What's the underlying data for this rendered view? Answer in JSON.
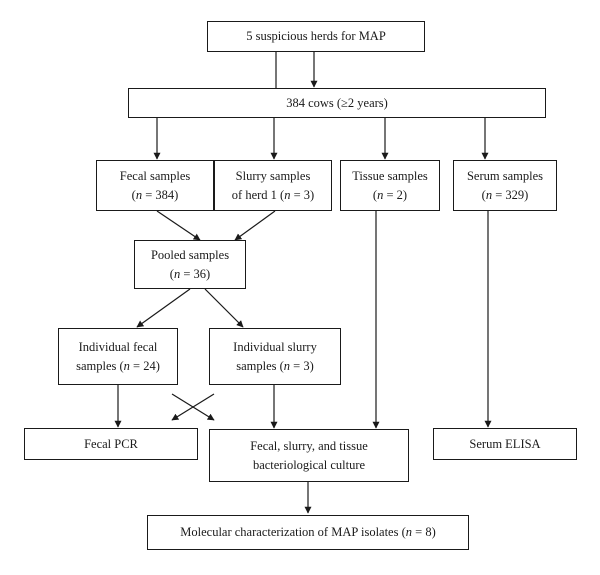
{
  "flowchart": {
    "herds": {
      "line1": "5 suspicious herds for MAP"
    },
    "cows": {
      "line1": "384 cows (≥2 years)"
    },
    "fecal_samples": {
      "line1": "Fecal samples",
      "line2_pre": "(",
      "line2_n": "n",
      "line2_post": " = 384)"
    },
    "slurry_samples": {
      "line1": "Slurry samples",
      "line2_pre": "of herd 1 (",
      "line2_n": "n",
      "line2_post": " = 3)"
    },
    "tissue_samples": {
      "line1": "Tissue samples",
      "line2_pre": "(",
      "line2_n": "n",
      "line2_post": " = 2)"
    },
    "serum_samples": {
      "line1": "Serum samples",
      "line2_pre": "(",
      "line2_n": "n",
      "line2_post": " = 329)"
    },
    "pooled_samples": {
      "line1": "Pooled samples",
      "line2_pre": "(",
      "line2_n": "n",
      "line2_post": " = 36)"
    },
    "individual_fecal": {
      "line1": "Individual fecal",
      "line2_pre": "samples (",
      "line2_n": "n",
      "line2_post": " = 24)"
    },
    "individual_slurry": {
      "line1": "Individual slurry",
      "line2_pre": "samples (",
      "line2_n": "n",
      "line2_post": " = 3)"
    },
    "fecal_pcr": {
      "line1": "Fecal PCR"
    },
    "culture": {
      "line1": "Fecal, slurry, and tissue",
      "line2": "bacteriological culture"
    },
    "serum_elisa": {
      "line1": "Serum ELISA"
    },
    "molecular": {
      "line1_pre": "Molecular characterization of MAP isolates (",
      "line1_n": "n",
      "line1_post": " = 8)"
    }
  }
}
